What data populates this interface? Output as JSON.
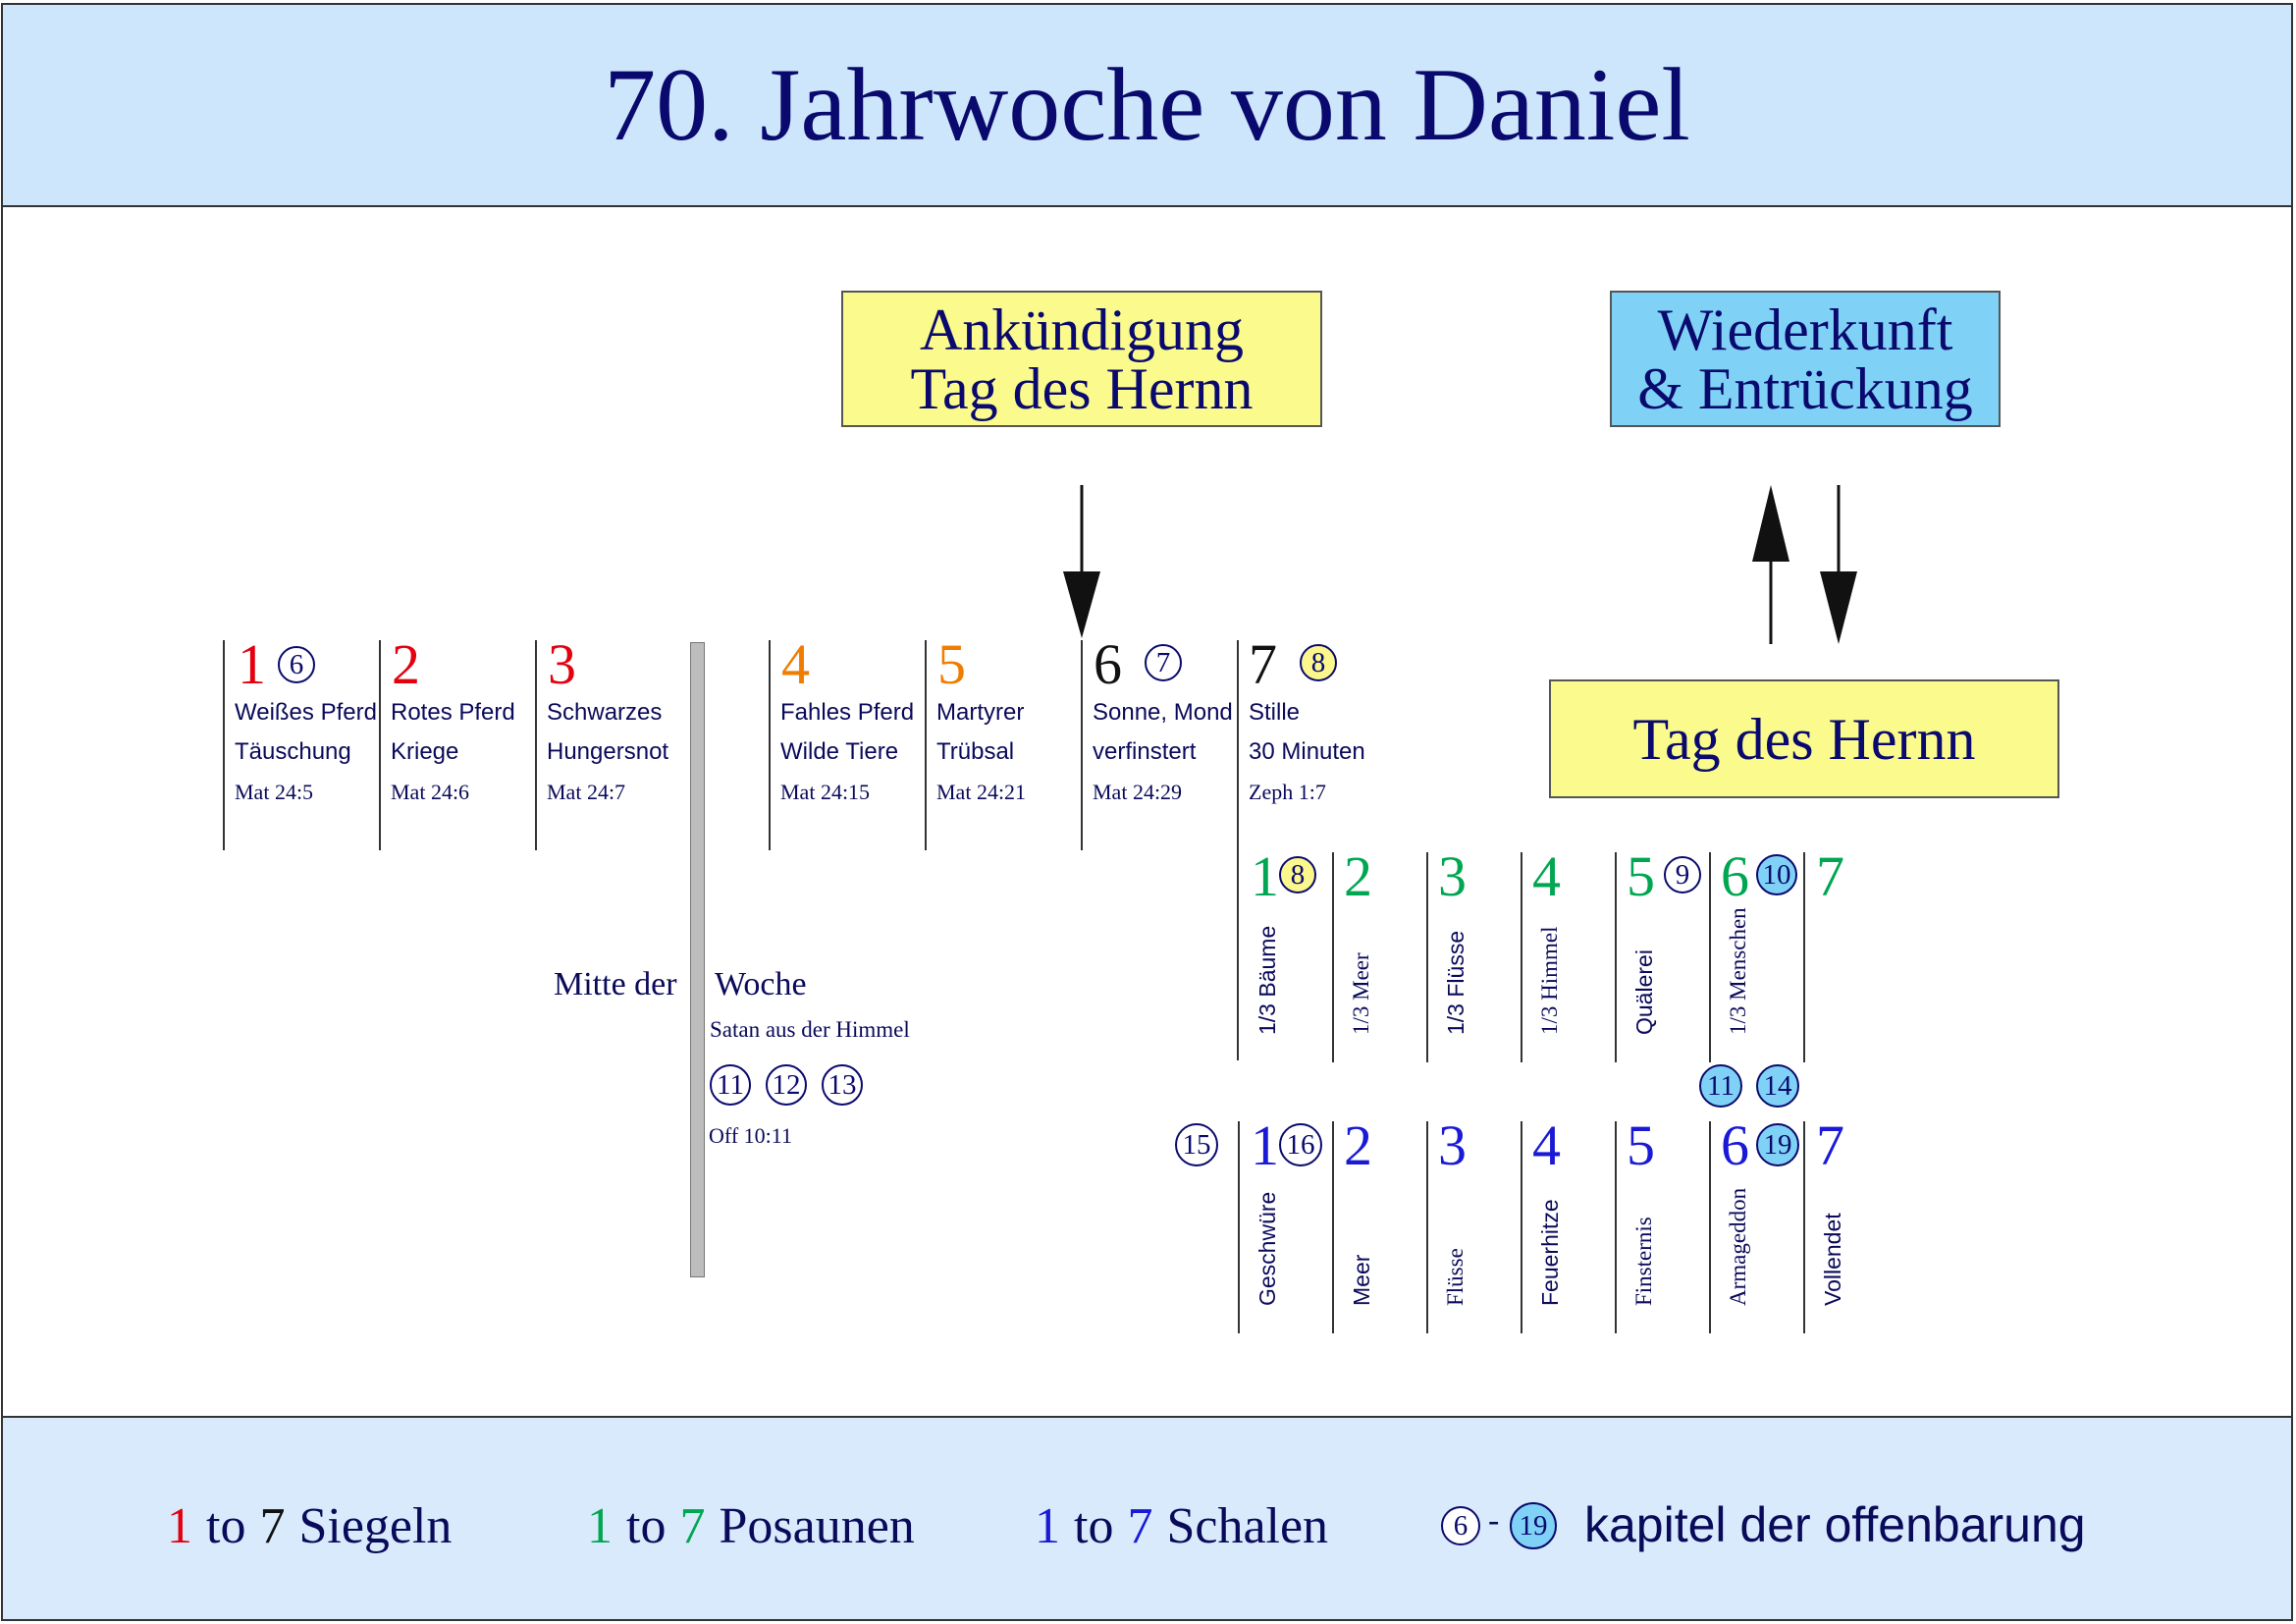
{
  "title": "70. Jahrwoche von Daniel",
  "callouts": {
    "ankuendigung": [
      "Ankündigung",
      "Tag des Hernn"
    ],
    "wiederkunft": [
      "Wiederkunft",
      "& Entrückung"
    ],
    "tag": "Tag des Hernn"
  },
  "seals": [
    {
      "n": "1",
      "circle": "6",
      "line1": "Weißes Pferd",
      "line2": "Täuschung",
      "ref": "Mat 24:5",
      "color": "#e3000f"
    },
    {
      "n": "2",
      "circle": "",
      "line1": "Rotes Pferd",
      "line2": "Kriege",
      "ref": "Mat 24:6",
      "color": "#e3000f"
    },
    {
      "n": "3",
      "circle": "",
      "line1": "Schwarzes",
      "line2": "Hungersnot",
      "ref": "Mat 24:7",
      "color": "#e3000f"
    },
    {
      "n": "4",
      "circle": "",
      "line1": "Fahles Pferd",
      "line2": "Wilde Tiere",
      "ref": "Mat 24:15",
      "color": "#f07c00"
    },
    {
      "n": "5",
      "circle": "",
      "line1": "Martyrer",
      "line2": "Trübsal",
      "ref": "Mat 24:21",
      "color": "#f07c00"
    },
    {
      "n": "6",
      "circle": "7",
      "line1": "Sonne, Mond",
      "line2": "verfinstert",
      "ref": "Mat 24:29",
      "color": "#111111"
    },
    {
      "n": "7",
      "circle": "8",
      "line1": "Stille",
      "line2": "30 Minuten",
      "ref": "Zeph 1:7",
      "color": "#111111"
    }
  ],
  "midweek": {
    "left": "Mitte der",
    "right": "Woche",
    "sub": "Satan aus der Himmel",
    "circles": [
      "11",
      "12",
      "13"
    ],
    "ref": "Off 10:11"
  },
  "trumpets": [
    {
      "n": "1",
      "circle": "8",
      "label": "1/3 Bäume"
    },
    {
      "n": "2",
      "circle": "",
      "label": "1/3 Meer"
    },
    {
      "n": "3",
      "circle": "",
      "label": "1/3 Flüsse"
    },
    {
      "n": "4",
      "circle": "",
      "label": "1/3 Himmel"
    },
    {
      "n": "5",
      "circle": "9",
      "label": "Quälerei"
    },
    {
      "n": "6",
      "circle": "10",
      "label": "1/3 Menschen"
    },
    {
      "n": "7",
      "circle": "",
      "label": ""
    }
  ],
  "trumpet_extra_circles": [
    "11",
    "14"
  ],
  "bowls_pre_circle": "15",
  "bowls": [
    {
      "n": "1",
      "circle": "16",
      "label": "Geschwüre"
    },
    {
      "n": "2",
      "circle": "",
      "label": "Meer"
    },
    {
      "n": "3",
      "circle": "",
      "label": "Flüsse"
    },
    {
      "n": "4",
      "circle": "",
      "label": "Feuerhitze"
    },
    {
      "n": "5",
      "circle": "",
      "label": "Finsternis"
    },
    {
      "n": "6",
      "circle": "19",
      "label": "Armageddon"
    },
    {
      "n": "7",
      "circle": "",
      "label": "Vollendet"
    }
  ],
  "legend": {
    "siegeln": {
      "a": "1",
      "to": "to",
      "b": "7",
      "label": "Siegeln"
    },
    "posaunen": {
      "a": "1",
      "to": "to",
      "b": "7",
      "label": "Posaunen"
    },
    "schalen": {
      "a": "1",
      "to": "to",
      "b": "7",
      "label": "Schalen"
    },
    "kapitel": {
      "a": "6",
      "dash": "-",
      "b": "19",
      "label": "kapitel der offenbarung"
    }
  },
  "colors": {
    "siegel_red": "#e3000f",
    "siegel_orange": "#f07c00",
    "posaunen": "#00a651",
    "schalen": "#1a1ad6",
    "header_bg": "#cde6fb",
    "yellow": "#fbfa8c",
    "blue": "#7fd1f5"
  }
}
